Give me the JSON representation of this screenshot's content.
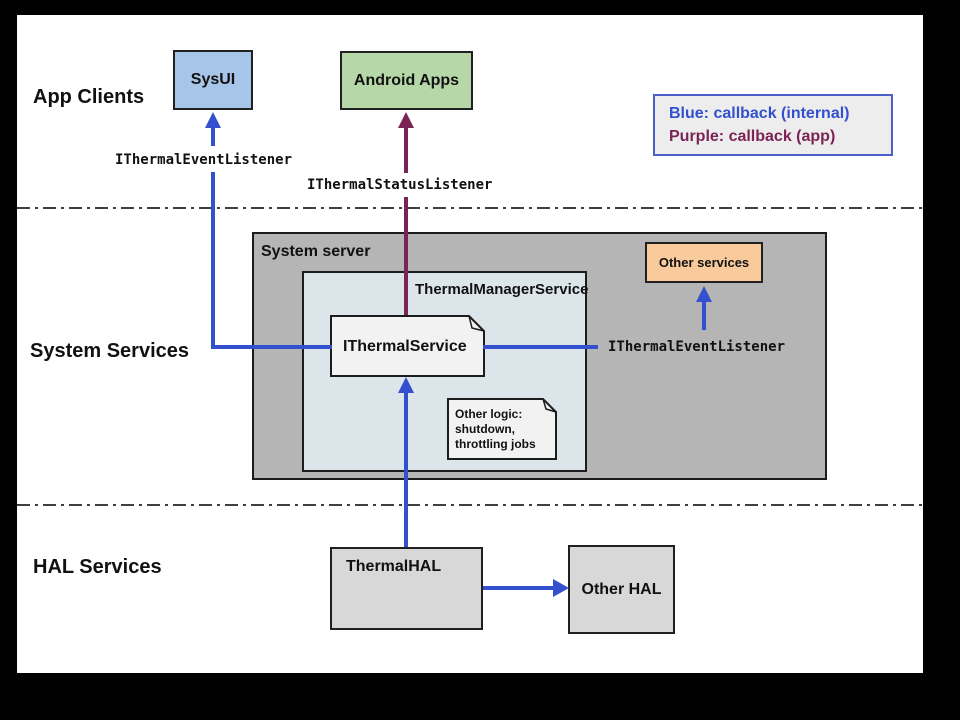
{
  "sections": {
    "app_clients": {
      "label": "App Clients"
    },
    "system_services": {
      "label": "System Services"
    },
    "hal_services": {
      "label": "HAL Services"
    }
  },
  "legend": {
    "line_blue": "Blue: callback (internal)",
    "line_purple": "Purple: callback (app)"
  },
  "nodes": {
    "sysui": {
      "label": "SysUI"
    },
    "android_apps": {
      "label": "Android Apps"
    },
    "system_server": {
      "label": "System server"
    },
    "thermal_manager_service": {
      "label": "ThermalManagerService"
    },
    "ithermal_service": {
      "label": "IThermalService"
    },
    "other_logic": {
      "lines": [
        "Other logic:",
        "shutdown,",
        "throttling jobs"
      ]
    },
    "other_services": {
      "label": "Other services"
    },
    "thermal_hal": {
      "label": "ThermalHAL"
    },
    "other_hal": {
      "label": "Other HAL"
    }
  },
  "edge_labels": {
    "event_listener_top": "IThermalEventListener",
    "status_listener": "IThermalStatusListener",
    "event_listener_right": "IThermalEventListener"
  },
  "colors": {
    "callback_internal": "#3350cf",
    "callback_app": "#7c2355",
    "sysui_fill": "#a7c5e8",
    "android_apps_fill": "#b6d7a8",
    "other_services_fill": "#f9cb9c",
    "system_server_fill": "#b5b5b5",
    "manager_panel_fill": "#dbe5ea",
    "hal_fill": "#d8d8d8",
    "note_fill": "#f2f2f2"
  }
}
